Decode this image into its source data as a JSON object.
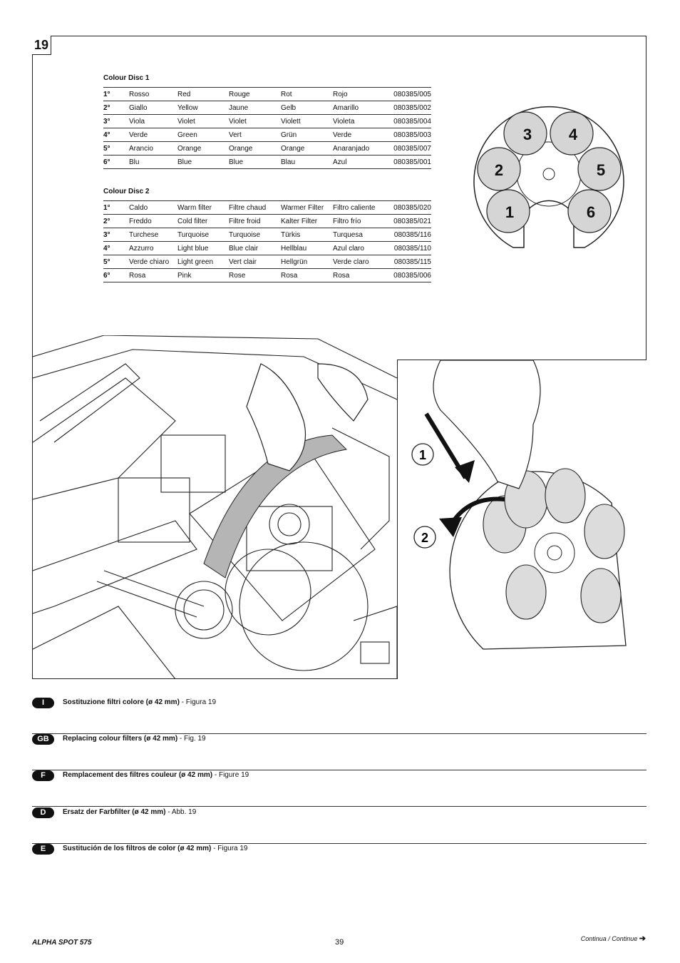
{
  "figure_number": "19",
  "colour_disc_1": {
    "title": "Colour Disc 1",
    "rows": [
      [
        "1°",
        "Rosso",
        "Red",
        "Rouge",
        "Rot",
        "Rojo",
        "080385/005"
      ],
      [
        "2°",
        "Giallo",
        "Yellow",
        "Jaune",
        "Gelb",
        "Amarillo",
        "080385/002"
      ],
      [
        "3°",
        "Viola",
        "Violet",
        "Violet",
        "Violett",
        "Violeta",
        "080385/004"
      ],
      [
        "4°",
        "Verde",
        "Green",
        "Vert",
        "Grün",
        "Verde",
        "080385/003"
      ],
      [
        "5°",
        "Arancio",
        "Orange",
        "Orange",
        "Orange",
        "Anaranjado",
        "080385/007"
      ],
      [
        "6°",
        "Blu",
        "Blue",
        "Blue",
        "Blau",
        "Azul",
        "080385/001"
      ]
    ]
  },
  "colour_disc_2": {
    "title": "Colour Disc 2",
    "rows": [
      [
        "1°",
        "Caldo",
        "Warm filter",
        "Filtre chaud",
        "Warmer Filter",
        "Filtro caliente",
        "080385/020"
      ],
      [
        "2°",
        "Freddo",
        "Cold filter",
        "Filtre froid",
        "Kalter Filter",
        "Filtro frío",
        "080385/021"
      ],
      [
        "3°",
        "Turchese",
        "Turquoise",
        "Turquoise",
        "Türkis",
        "Turquesa",
        "080385/116"
      ],
      [
        "4°",
        "Azzurro",
        "Light blue",
        "Blue clair",
        "Hellblau",
        "Azul claro",
        "080385/110"
      ],
      [
        "5°",
        "Verde chiaro",
        "Light green",
        "Vert clair",
        "Hellgrün",
        "Verde claro",
        "080385/115"
      ],
      [
        "6°",
        "Rosa",
        "Pink",
        "Rose",
        "Rosa",
        "Rosa",
        "080385/006"
      ]
    ]
  },
  "wheel_labels": [
    "1",
    "2",
    "3",
    "4",
    "5",
    "6"
  ],
  "step_labels": [
    "1",
    "2"
  ],
  "languages": [
    {
      "code": "I",
      "title": "Sostituzione filtri colore (ø 42 mm)",
      "ref": " - Figura 19"
    },
    {
      "code": "GB",
      "title": "Replacing colour filters (ø 42 mm)",
      "ref": " - Fig. 19"
    },
    {
      "code": "F",
      "title": "Remplacement des filtres couleur (ø 42 mm)",
      "ref": " - Figure 19"
    },
    {
      "code": "D",
      "title": "Ersatz der Farbfilter (ø 42 mm)",
      "ref": " - Abb. 19"
    },
    {
      "code": "E",
      "title": "Sustitución de los filtros de color (ø 42 mm)",
      "ref": " - Figura 19"
    }
  ],
  "footer": {
    "product": "ALPHA SPOT 575",
    "page": "39",
    "continue": "Continua / Continue"
  }
}
